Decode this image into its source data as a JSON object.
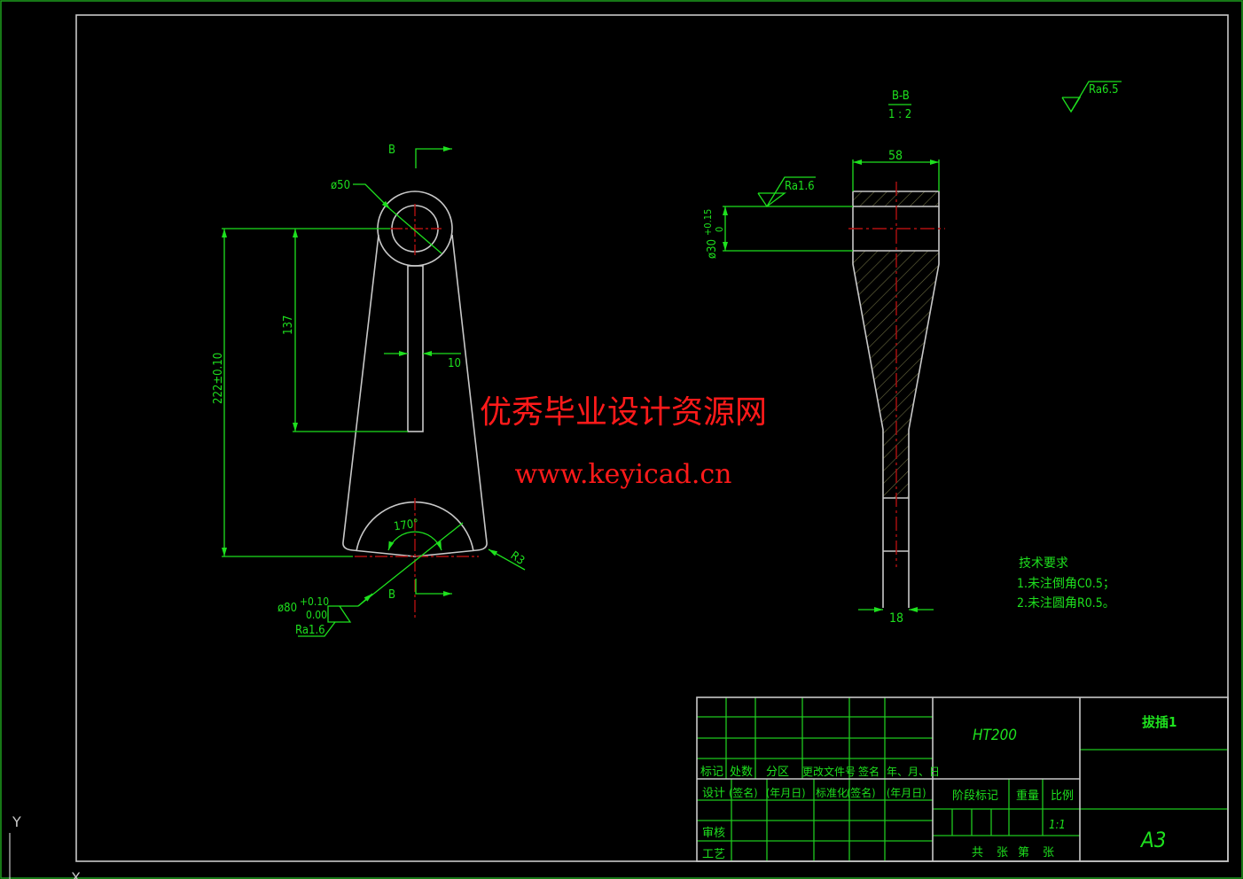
{
  "colors": {
    "background": "#000000",
    "dimension": "#1ee01e",
    "outline": "#c8c8c8",
    "centerline": "#b01010",
    "hatch": "#6b6b40",
    "watermark": "#ff1a1a"
  },
  "front_view": {
    "section_label_top": "B",
    "section_label_bottom": "B",
    "dia_top": "ø50",
    "height_total": "222±0.10",
    "height_slot": "137",
    "slot_width": "10",
    "angle": "170°",
    "radius": "R3",
    "dia_bottom": "ø80",
    "dia_bottom_tol_upper": "+0.10",
    "dia_bottom_tol_lower": "0.00",
    "roughness_bottom": "Ra1.6"
  },
  "section_view": {
    "title": "B-B",
    "scale": "1 : 2",
    "width_top": "58",
    "width_bottom": "18",
    "bore_dia": "ø30",
    "bore_tol_upper": "+0.15",
    "bore_tol_lower": "0",
    "roughness_bore": "Ra1.6"
  },
  "general_roughness": "Ra6.5",
  "tech_requirements": {
    "title": "技术要求",
    "items": [
      "1.未注倒角C0.5；",
      "2.未注圆角R0.5。"
    ]
  },
  "watermark": {
    "line1": "优秀毕业设计资源网",
    "line2": "www.keyicad.cn"
  },
  "title_block": {
    "material": "HT200",
    "part_name": "拔插1",
    "sheet_size": "A3",
    "scale_value": "1:1",
    "header_row": [
      "标记",
      "处数",
      "分区",
      "更改文件号",
      "签名",
      "年、月、日"
    ],
    "design_row": [
      "设计",
      "(签名)",
      "(年月日)",
      "标准化",
      "(签名)",
      "(年月日)"
    ],
    "review": "审核",
    "process": "工艺",
    "stage_mark": "阶段标记",
    "weight": "重量",
    "ratio": "比例",
    "sheets": [
      "共",
      "张",
      "第",
      "张"
    ]
  },
  "ucs_axes": {
    "y": "Y",
    "x": "X"
  }
}
